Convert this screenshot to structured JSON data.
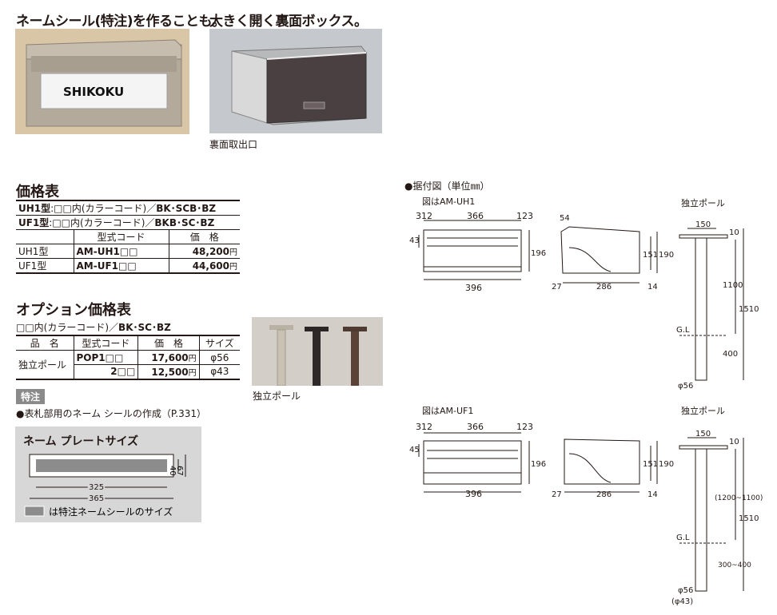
{
  "photos": {
    "name_seal": {
      "caption": "ネームシール(特注)を作ることも。",
      "plate_text": "SHIKOKU"
    },
    "back_box": {
      "caption": "大きく開く裏面ボックス。",
      "sub_caption": "裏面取出口"
    },
    "pole": {
      "sub_caption": "独立ポール"
    }
  },
  "price_table": {
    "title": "価格表",
    "rows_type": [
      {
        "type": "UH1型",
        "desc": ":□□内(カラーコード)／",
        "codes": "BK･SCB･BZ"
      },
      {
        "type": "UF1型",
        "desc": ":□□内(カラーコード)／",
        "codes": "BKB･SC･BZ"
      }
    ],
    "header": {
      "code": "型式コード",
      "price": "価　格"
    },
    "rows": [
      {
        "name": "UH1型",
        "code": "AM-UH1□□",
        "price": "48,200",
        "unit": "円"
      },
      {
        "name": "UF1型",
        "code": "AM-UF1□□",
        "price": "44,600",
        "unit": "円"
      }
    ]
  },
  "option_table": {
    "title": "オプション価格表",
    "color_note_prefix": "□□内(カラーコード)／",
    "color_note_codes": "BK･SC･BZ",
    "header": {
      "name": "品　名",
      "code": "型式コード",
      "price": "価　格",
      "size": "サイズ"
    },
    "product": "独立ポール",
    "rows": [
      {
        "code": "POP1□□",
        "price": "17,600",
        "unit": "円",
        "size": "φ56"
      },
      {
        "code": "2□□",
        "price": "12,500",
        "unit": "円",
        "size": "φ43"
      }
    ]
  },
  "special": {
    "tag": "特注",
    "note": "●表札部用のネーム シールの作成（P.331）"
  },
  "plate": {
    "title": "ネーム プレートサイズ",
    "dim_inner_h": "40",
    "dim_outer_h": "67",
    "dim_inner_w": "325",
    "dim_outer_w": "365",
    "legend": "は特注ネームシールのサイズ"
  },
  "drawings": {
    "title": "●据付図（単位㎜）",
    "uh1": {
      "label": "図はAM-UH1",
      "top_left": "312",
      "top_mid": "366",
      "top_right": "123",
      "left_h": "43",
      "right_h": "196",
      "bottom_w": "396",
      "side_top": "54",
      "side_h1": "151",
      "side_h2": "190",
      "side_b1": "27",
      "side_b2": "286",
      "side_b3": "14"
    },
    "uf1": {
      "label": "図はAM-UF1",
      "top_left": "312",
      "top_mid": "366",
      "top_right": "123",
      "left_h": "45",
      "right_h": "196",
      "bottom_w": "396",
      "side_h1": "151",
      "side_h2": "190",
      "side_b1": "27",
      "side_b2": "286",
      "side_b3": "14"
    },
    "pole1": {
      "label": "独立ポール",
      "top_w": "150",
      "top_h": "10",
      "upper": "1100",
      "total": "1510",
      "gl": "G.L",
      "lower": "400",
      "dia": "φ56"
    },
    "pole2": {
      "label": "独立ポール",
      "top_w": "150",
      "top_h": "10",
      "upper": "(1200~1100)",
      "total": "1510",
      "gl": "G.L",
      "lower": "300~400",
      "dia": "φ56",
      "dia2": "(φ43)"
    }
  }
}
